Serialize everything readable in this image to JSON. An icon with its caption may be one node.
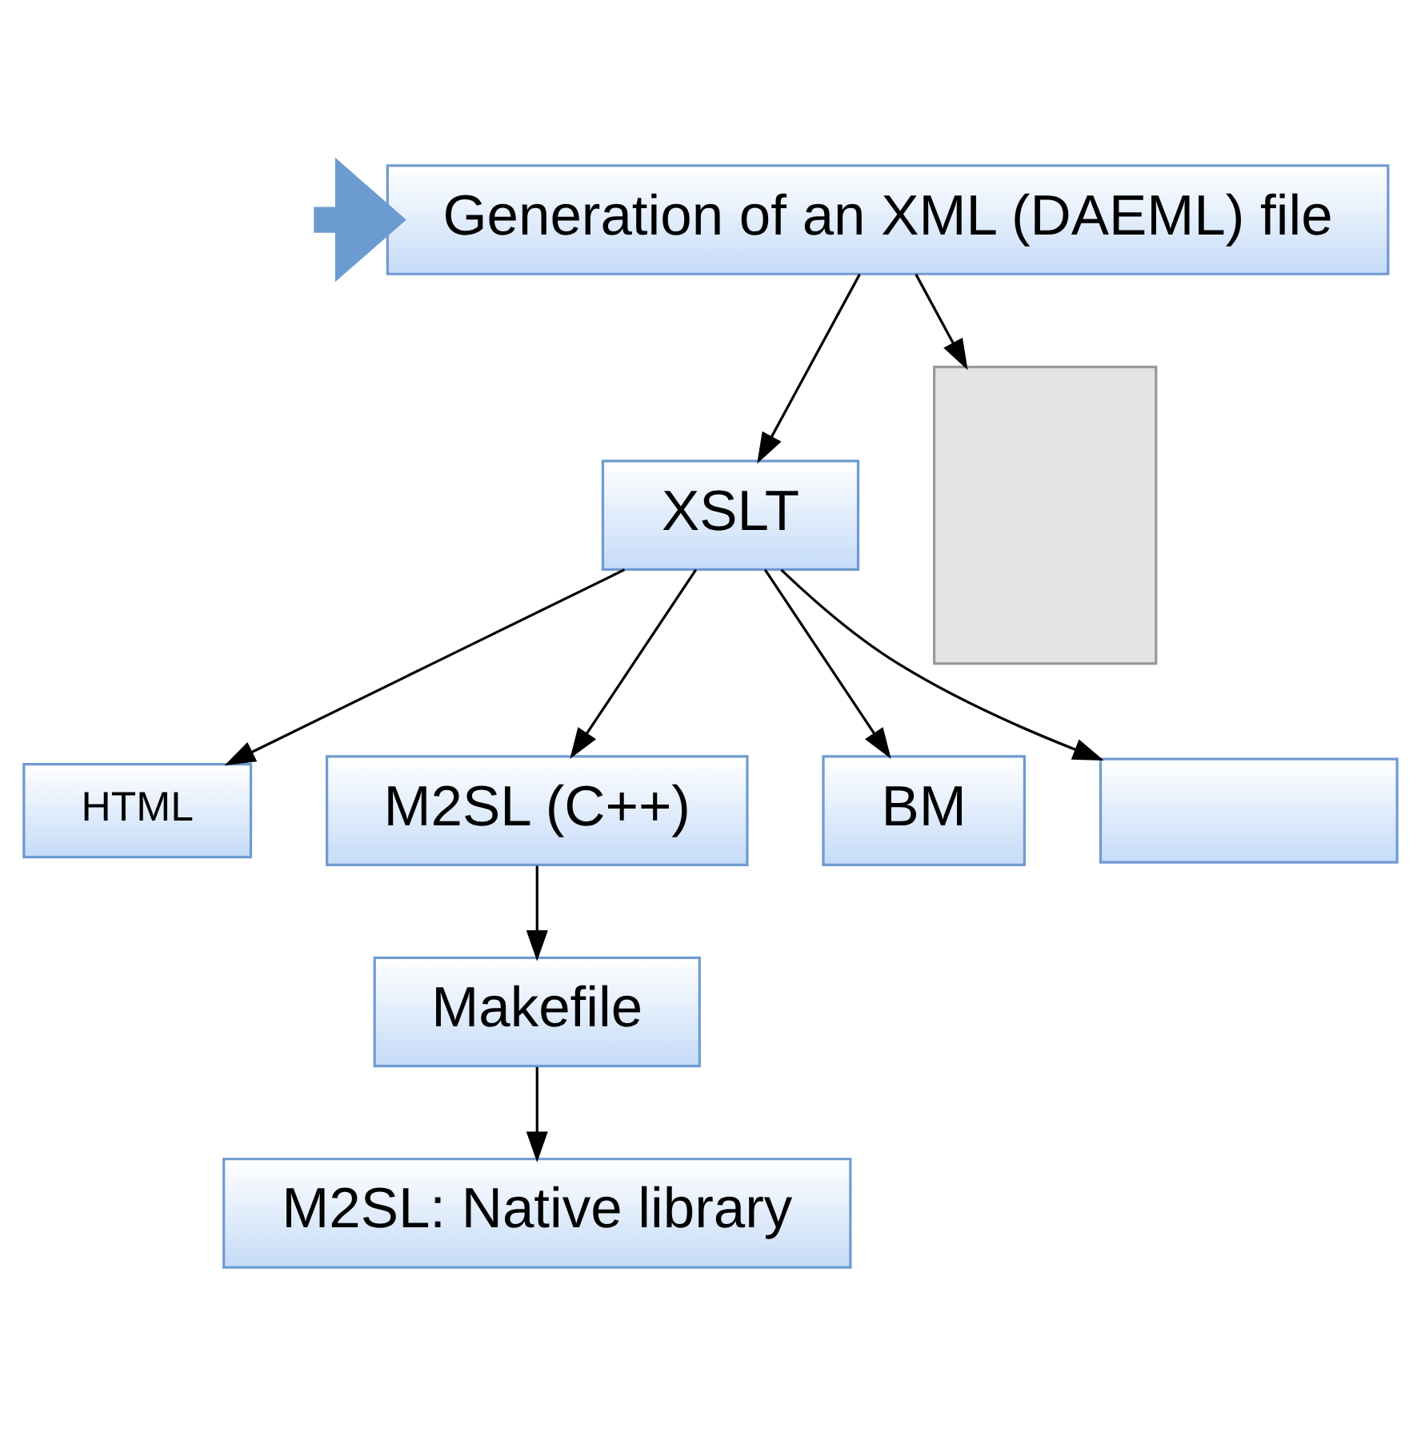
{
  "diagram": {
    "nodes": [
      {
        "text": [
          "Generation of an XML (DAEML) file"
        ]
      },
      {
        "text": [
          "XSLT"
        ]
      },
      {
        "text": [
          "HTML"
        ]
      },
      {
        "text": [
          "M2SL (C++)"
        ]
      },
      {
        "text": [
          "BM"
        ]
      },
      {
        "text": [],
        "shape": "box"
      },
      {
        "text": [
          "Makefile"
        ]
      },
      {
        "text": [
          "M2SL: Native library"
        ]
      },
      {
        "text": [],
        "shape": "box"
      }
    ],
    "edges": [
      {
        "from": null,
        "to": 0,
        "arrow": "to",
        "style": "thick",
        "color": "#6b9bd1"
      },
      {
        "from": 0,
        "to": 1,
        "arrow": "to"
      },
      {
        "from": 0,
        "to": 8,
        "arrow": "to"
      },
      {
        "from": 1,
        "to": 2,
        "arrow": "to"
      },
      {
        "from": 1,
        "to": 3,
        "arrow": "to"
      },
      {
        "from": 1,
        "to": 4,
        "arrow": "to"
      },
      {
        "from": 1,
        "to": 5,
        "arrow": "to"
      },
      {
        "from": 3,
        "to": 6,
        "arrow": "to"
      },
      {
        "from": 6,
        "to": 7,
        "arrow": "to"
      }
    ]
  }
}
